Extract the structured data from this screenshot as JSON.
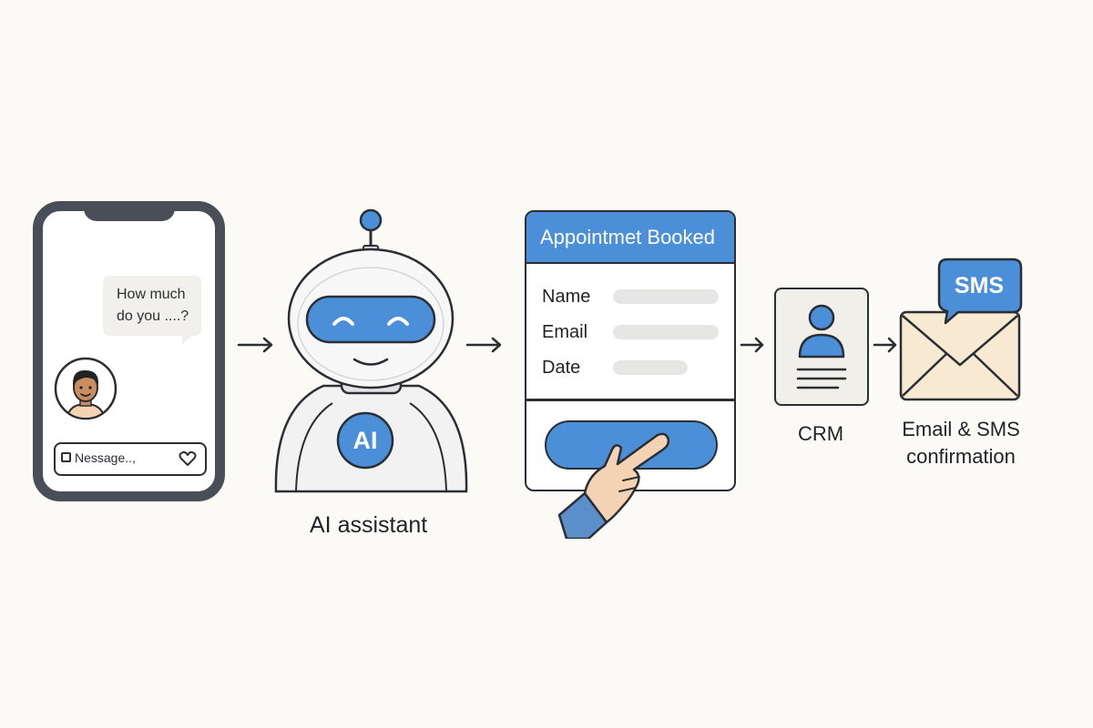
{
  "colors": {
    "background": "#fbfaf6",
    "accent_blue": "#4a8fd8",
    "outline": "#2b2e33",
    "phone_frame": "#4a4f57",
    "envelope": "#f7e9d2",
    "skin": "#f3d3b4"
  },
  "phone": {
    "bubble_line1": "How much",
    "bubble_line2": "do you  ....?",
    "message_placeholder": "Nessage..,",
    "icons": [
      "avatar-icon",
      "checkbox-icon",
      "heart-icon"
    ]
  },
  "robot": {
    "badge_text": "AI",
    "label": "AI assistant"
  },
  "appointment_card": {
    "title": "Appointmet Booked",
    "fields": [
      {
        "label": "Name"
      },
      {
        "label": "Email"
      },
      {
        "label": "Date"
      }
    ],
    "icons": [
      "pointing-hand-icon"
    ]
  },
  "crm": {
    "label": "CRM",
    "icons": [
      "contact-person-icon"
    ]
  },
  "confirmation": {
    "sms_badge": "SMS",
    "label_line1": "Email & SMS",
    "label_line2": "confirmation",
    "icons": [
      "envelope-icon",
      "sms-bubble-icon"
    ]
  }
}
